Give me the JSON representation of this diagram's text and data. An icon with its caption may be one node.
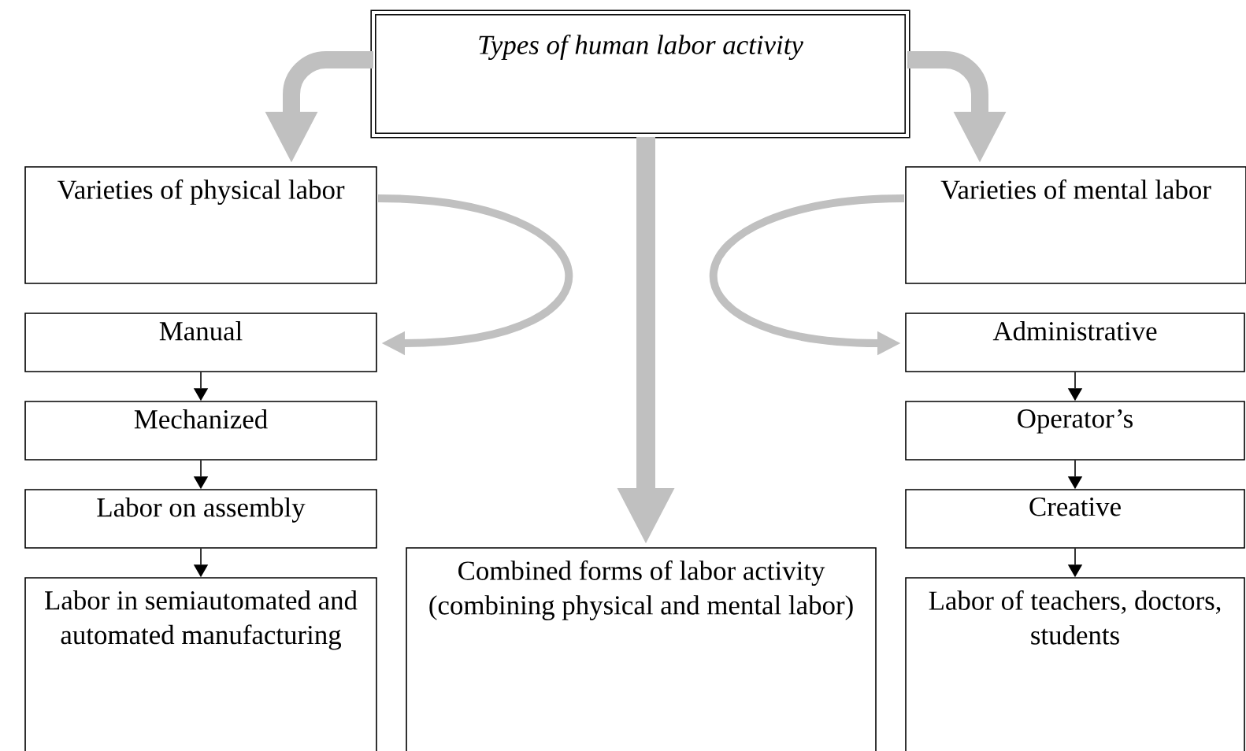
{
  "diagram": {
    "nodes": [
      {
        "text": [
          "Types of human labor activity"
        ]
      },
      {
        "text": [
          "Varieties of physical labor"
        ]
      },
      {
        "text": [
          "Manual"
        ]
      },
      {
        "text": [
          "Mechanized"
        ]
      },
      {
        "text": [
          "Labor on assembly"
        ]
      },
      {
        "text": [
          "Labor in semiautomated and automated manufacturing"
        ]
      },
      {
        "text": [
          "Combined forms of labor activity (combining physical and mental labor)"
        ]
      },
      {
        "text": [
          "Varieties of mental labor"
        ]
      },
      {
        "text": [
          "Administrative"
        ]
      },
      {
        "text": [
          "Operator’s"
        ]
      },
      {
        "text": [
          "Creative"
        ]
      },
      {
        "text": [
          "Labor of teachers, doctors, students"
        ]
      }
    ],
    "edges": [
      {
        "from": 0,
        "to": 1,
        "arrow": "to",
        "style": "thick",
        "color": "#c0c0c0"
      },
      {
        "from": 0,
        "to": 7,
        "arrow": "to",
        "style": "thick",
        "color": "#c0c0c0"
      },
      {
        "from": 0,
        "to": 6,
        "arrow": "to",
        "style": "thick",
        "color": "#c0c0c0"
      },
      {
        "from": 1,
        "to": 2,
        "arrow": "to",
        "style": "thick",
        "color": "#c0c0c0"
      },
      {
        "from": 7,
        "to": 8,
        "arrow": "to",
        "style": "thick",
        "color": "#c0c0c0"
      },
      {
        "from": 2,
        "to": 3,
        "arrow": "to"
      },
      {
        "from": 3,
        "to": 4,
        "arrow": "to"
      },
      {
        "from": 4,
        "to": 5,
        "arrow": "to"
      },
      {
        "from": 8,
        "to": 9,
        "arrow": "to"
      },
      {
        "from": 9,
        "to": 10,
        "arrow": "to"
      },
      {
        "from": 10,
        "to": 11,
        "arrow": "to"
      }
    ]
  }
}
